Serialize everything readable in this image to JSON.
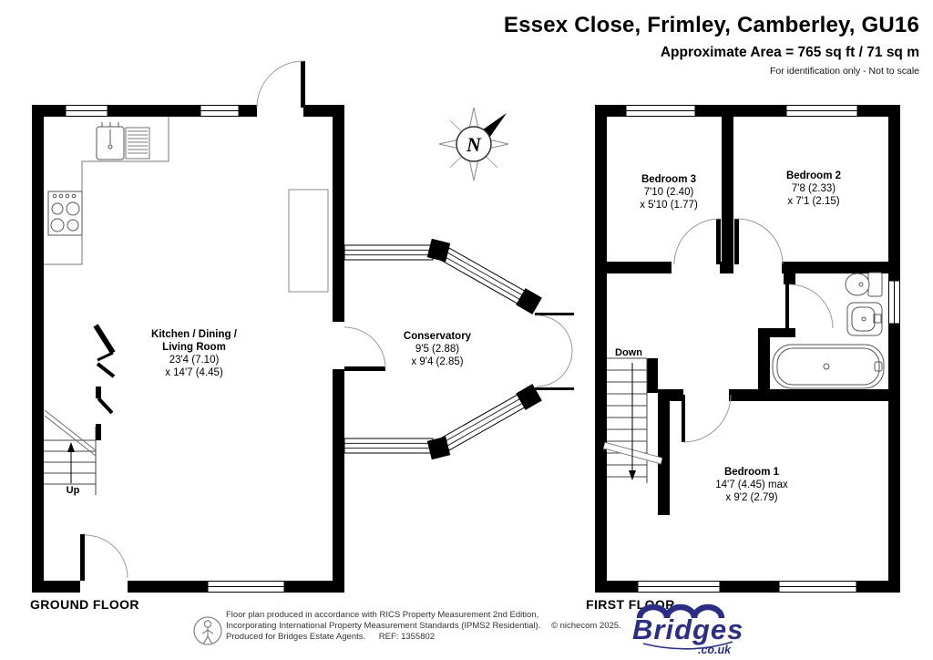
{
  "header": {
    "title": "Essex Close, Frimley, Camberley, GU16",
    "area_line": "Approximate Area = 765 sq ft / 71 sq m",
    "note_line": "For identification only - Not to scale"
  },
  "compass": {
    "north_label": "N"
  },
  "floors": {
    "ground": {
      "label": "GROUND FLOOR",
      "stairs_label": "Up",
      "rooms": {
        "kitchen": {
          "name_line1": "Kitchen / Dining /",
          "name_line2": "Living Room",
          "dim_line1": "23'4 (7.10)",
          "dim_line2": "x 14'7 (4.45)"
        },
        "conservatory": {
          "name": "Conservatory",
          "dim_line1": "9'5 (2.88)",
          "dim_line2": "x 9'4 (2.85)"
        }
      }
    },
    "first": {
      "label": "FIRST FLOOR",
      "stairs_label": "Down",
      "rooms": {
        "bedroom3": {
          "name": "Bedroom 3",
          "dim_line1": "7'10 (2.40)",
          "dim_line2": "x 5'10 (1.77)"
        },
        "bedroom2": {
          "name": "Bedroom 2",
          "dim_line1": "7'8 (2.33)",
          "dim_line2": "x 7'1 (2.15)"
        },
        "bedroom1": {
          "name": "Bedroom 1",
          "dim_line1": "14'7 (4.45) max",
          "dim_line2": "x 9'2 (2.79)"
        }
      }
    }
  },
  "footer": {
    "disclaimer_line1": "Floor plan produced in accordance with RICS Property Measurement 2nd Edition,",
    "disclaimer_line2": "Incorporating International Property Measurement Standards (IPMS2 Residential).",
    "copyright": "© nichecom 2025.",
    "produced_line": "Produced for Bridges Estate Agents.",
    "ref_label": "REF: 1355802",
    "logo": {
      "brand": "Bridges",
      "domain": ".co.uk",
      "color": "#2b2e83"
    }
  }
}
